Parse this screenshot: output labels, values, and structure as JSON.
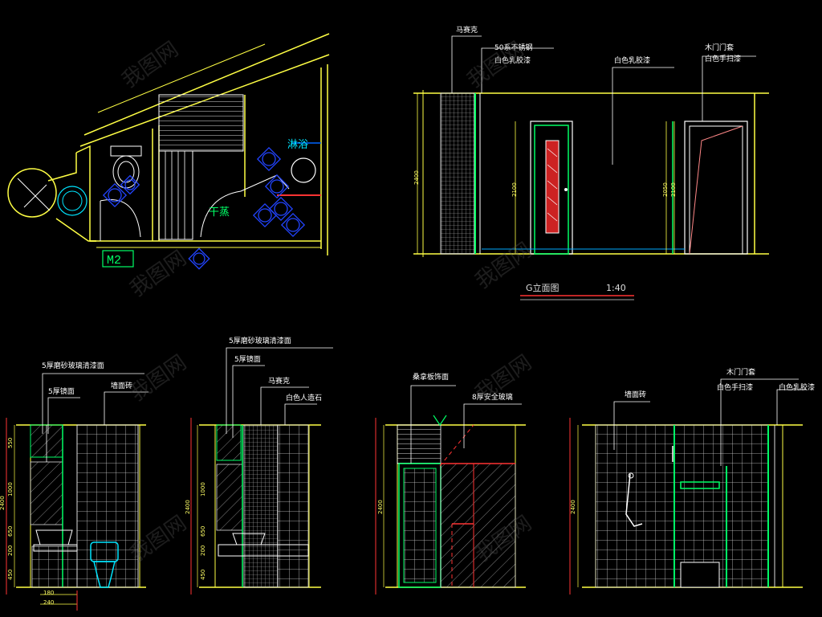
{
  "plan": {
    "shower_label": "淋浴",
    "dry_label": "干蒸",
    "door_tag": "M2"
  },
  "elevation_g": {
    "title": "G立面图",
    "scale": "1:40",
    "callouts": [
      "马赛克",
      "50系不锈钢",
      "白色乳胶漆",
      "白色乳胶漆",
      "木门门套",
      "白色手扫漆"
    ],
    "dims": [
      "2400",
      "2100",
      "2050",
      "2100"
    ]
  },
  "elev1": {
    "callouts": [
      "5厚磨砂玻璃清漆面",
      "5厚镜面",
      "墙面砖"
    ],
    "dims": [
      "550",
      "1000",
      "650",
      "200",
      "450",
      "2400",
      "180",
      "240"
    ]
  },
  "elev2": {
    "callouts": [
      "5厚磨砂玻璃清漆面",
      "5厚镜面",
      "马赛克",
      "白色人造石"
    ],
    "dims": [
      "450",
      "200",
      "650",
      "1000",
      "2400"
    ]
  },
  "elev3": {
    "callouts": [
      "桑拿板饰面",
      "8厚安全玻璃"
    ],
    "dims": [
      "2400"
    ]
  },
  "elev4": {
    "callouts": [
      "墙面砖",
      "木门门套",
      "白色手扫漆",
      "白色乳胶漆"
    ],
    "dims": [
      "2400"
    ]
  },
  "watermark": "我图网"
}
